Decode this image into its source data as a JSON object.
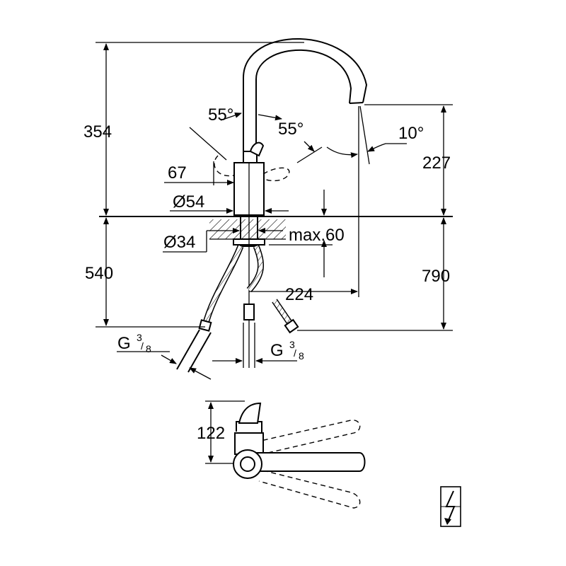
{
  "dimensions": {
    "total_height": "354",
    "swivel_left": "55°",
    "swivel_right": "55°",
    "spout_tilt": "10°",
    "spout_height": "227",
    "lever_height": "67",
    "body_diameter": "Ø54",
    "hole_diameter": "Ø34",
    "deck_thickness": "max.60",
    "below_deck": "540",
    "total_length": "790",
    "reach": "224",
    "lever_clearance": "122"
  },
  "connections": {
    "thread_left": {
      "letter": "G",
      "num": "3",
      "den": "8"
    },
    "thread_right": {
      "letter": "G",
      "num": "3",
      "den": "8"
    }
  },
  "symbols": {
    "electric": "lightning-bolt-icon"
  }
}
